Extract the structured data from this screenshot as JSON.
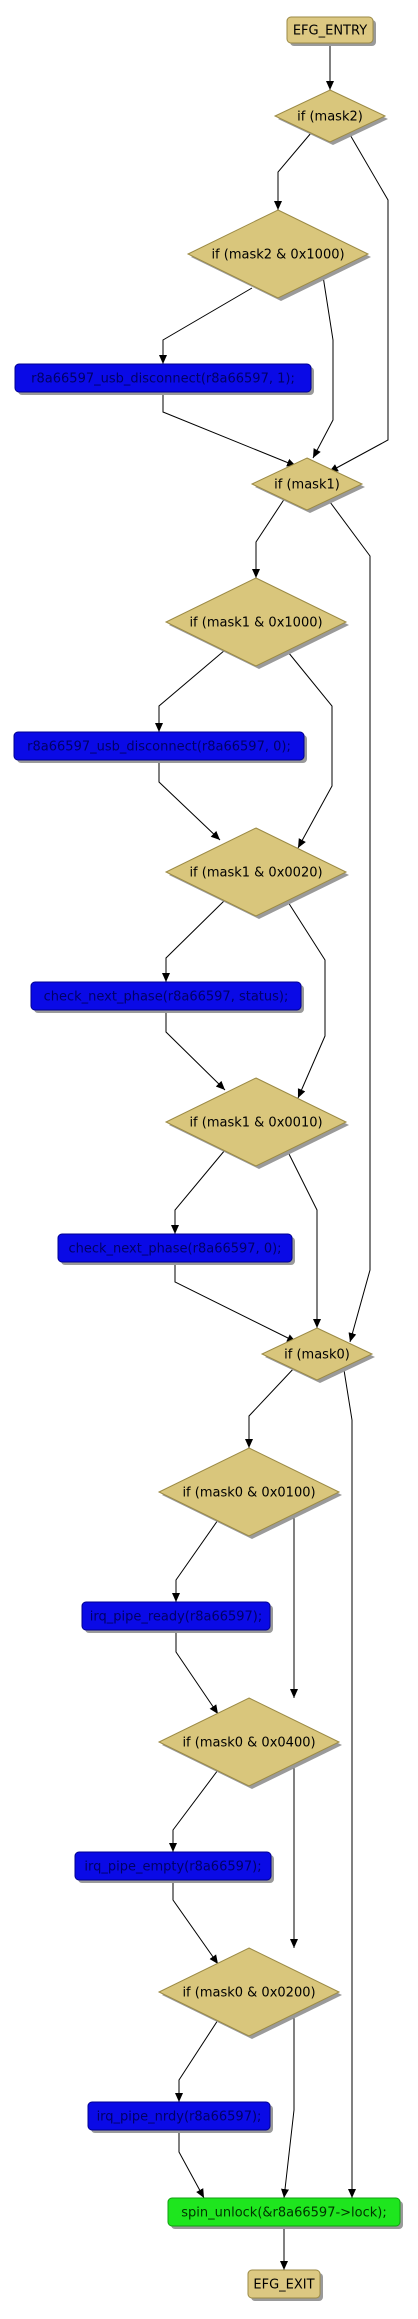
{
  "diagram": {
    "nodes": [
      {
        "id": "entry",
        "kind": "terminal",
        "label": "EFG_ENTRY"
      },
      {
        "id": "d_mask2",
        "kind": "decision",
        "label": "if (mask2)"
      },
      {
        "id": "d_m2_1000",
        "kind": "decision",
        "label": "if (mask2 & 0x1000)"
      },
      {
        "id": "a_disc1",
        "kind": "action",
        "label": "r8a66597_usb_disconnect(r8a66597, 1);"
      },
      {
        "id": "d_mask1",
        "kind": "decision",
        "label": "if (mask1)"
      },
      {
        "id": "d_m1_1000",
        "kind": "decision",
        "label": "if (mask1 & 0x1000)"
      },
      {
        "id": "a_disc0",
        "kind": "action",
        "label": "r8a66597_usb_disconnect(r8a66597, 0);"
      },
      {
        "id": "d_m1_0020",
        "kind": "decision",
        "label": "if (mask1 & 0x0020)"
      },
      {
        "id": "a_chk_next",
        "kind": "action",
        "label": "check_next_phase(r8a66597, status);"
      },
      {
        "id": "d_m1_0010",
        "kind": "decision",
        "label": "if (mask1 & 0x0010)"
      },
      {
        "id": "a_chk_next2",
        "kind": "action",
        "label": "check_next_phase(r8a66597, 0);"
      },
      {
        "id": "d_mask0",
        "kind": "decision",
        "label": "if (mask0)"
      },
      {
        "id": "d_m0_0100",
        "kind": "decision",
        "label": "if (mask0 & 0x0100)"
      },
      {
        "id": "a_ready",
        "kind": "action",
        "label": "irq_pipe_ready(r8a66597);"
      },
      {
        "id": "d_m0_0400",
        "kind": "decision",
        "label": "if (mask0 & 0x0400)"
      },
      {
        "id": "a_empty",
        "kind": "action",
        "label": "irq_pipe_empty(r8a66597);"
      },
      {
        "id": "d_m0_0200",
        "kind": "decision",
        "label": "if (mask0 & 0x0200)"
      },
      {
        "id": "a_nrdy",
        "kind": "action",
        "label": "irq_pipe_nrdy(r8a66597);"
      },
      {
        "id": "unlock",
        "kind": "final",
        "label": "spin_unlock(&r8a66597->lock);"
      },
      {
        "id": "exit",
        "kind": "terminal",
        "label": "EFG_EXIT"
      }
    ],
    "edges": [
      {
        "from": "entry",
        "to": "d_mask2"
      },
      {
        "from": "d_mask2",
        "to": "d_m2_1000"
      },
      {
        "from": "d_mask2",
        "to": "d_mask1"
      },
      {
        "from": "d_m2_1000",
        "to": "a_disc1"
      },
      {
        "from": "d_m2_1000",
        "to": "d_mask1"
      },
      {
        "from": "a_disc1",
        "to": "d_mask1"
      },
      {
        "from": "d_mask1",
        "to": "d_m1_1000"
      },
      {
        "from": "d_mask1",
        "to": "d_mask0"
      },
      {
        "from": "d_m1_1000",
        "to": "a_disc0"
      },
      {
        "from": "d_m1_1000",
        "to": "d_m1_0020"
      },
      {
        "from": "a_disc0",
        "to": "d_m1_0020"
      },
      {
        "from": "d_m1_0020",
        "to": "a_chk_next"
      },
      {
        "from": "d_m1_0020",
        "to": "d_m1_0010"
      },
      {
        "from": "a_chk_next",
        "to": "d_m1_0010"
      },
      {
        "from": "d_m1_0010",
        "to": "a_chk_next2"
      },
      {
        "from": "d_m1_0010",
        "to": "d_mask0"
      },
      {
        "from": "a_chk_next2",
        "to": "d_mask0"
      },
      {
        "from": "d_mask0",
        "to": "d_m0_0100"
      },
      {
        "from": "d_mask0",
        "to": "unlock"
      },
      {
        "from": "d_m0_0100",
        "to": "a_ready"
      },
      {
        "from": "d_m0_0100",
        "to": "d_m0_0400"
      },
      {
        "from": "a_ready",
        "to": "d_m0_0400"
      },
      {
        "from": "d_m0_0400",
        "to": "a_empty"
      },
      {
        "from": "d_m0_0400",
        "to": "d_m0_0200"
      },
      {
        "from": "a_empty",
        "to": "d_m0_0200"
      },
      {
        "from": "d_m0_0200",
        "to": "a_nrdy"
      },
      {
        "from": "d_m0_0200",
        "to": "unlock"
      },
      {
        "from": "a_nrdy",
        "to": "unlock"
      },
      {
        "from": "unlock",
        "to": "exit"
      }
    ]
  },
  "colors": {
    "decision_fill": "#d9c67c",
    "decision_stroke": "#9b8a45",
    "terminal_fill": "#dcc882",
    "action_fill": "#0a0ae6",
    "action_text": "#000066",
    "final_fill": "#1ee61e",
    "final_text": "#003300",
    "shadow": "#9a9a9a",
    "edge": "#000000"
  }
}
